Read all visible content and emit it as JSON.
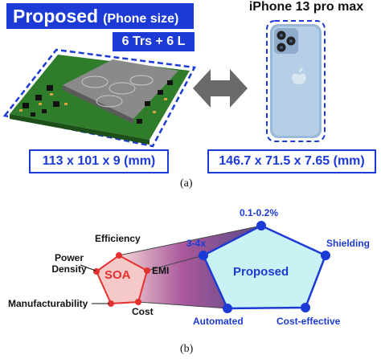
{
  "top": {
    "proposed_title": "Proposed",
    "proposed_subtitle": "(Phone size)",
    "trs_label": "6 Trs + 6 L",
    "proposed_dims": "113 x 101 x 9 (mm)",
    "iphone_title": "iPhone 13 pro max",
    "iphone_dims": "146.7 x 71.5 x 7.65 (mm)",
    "caption": "(a)"
  },
  "bottom": {
    "soa_label": "SOA",
    "soa_vertices": {
      "efficiency": "Efficiency",
      "power_density": "Power\nDensity",
      "emi": "EMI",
      "manufacturability": "Manufacturability",
      "cost": "Cost"
    },
    "proposed_label": "Proposed",
    "proposed_vertices": {
      "top": "0.1-0.2%",
      "left_upper": "3-4x",
      "right_upper": "Shielding",
      "left_lower": "Automated",
      "right_lower": "Cost-effective"
    },
    "caption": "(b)"
  },
  "colors": {
    "accent_blue": "#1c3bd6",
    "soa_red": "#e53030",
    "soa_fill": "#f6c9c9",
    "proposed_fill": "#c9f2f4"
  }
}
